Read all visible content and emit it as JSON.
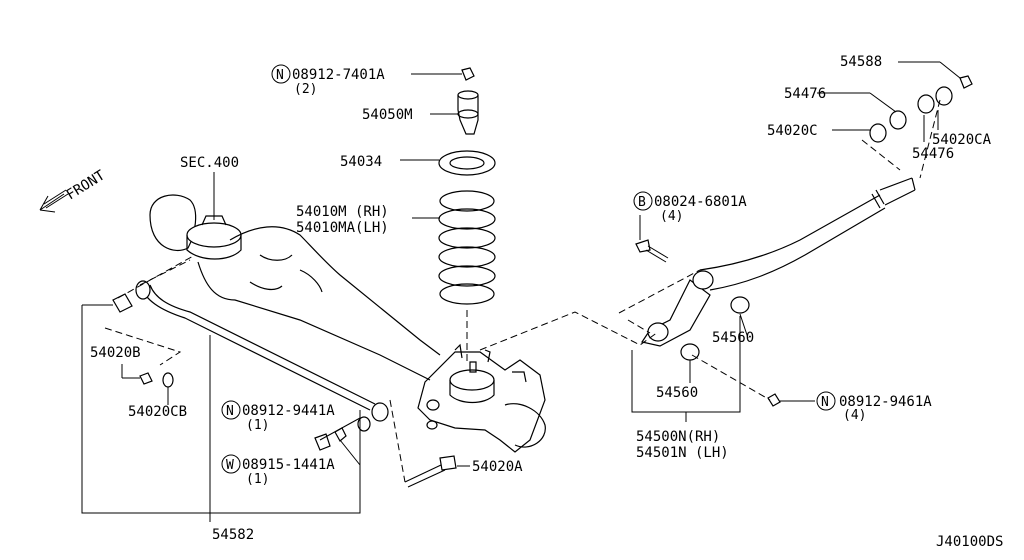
{
  "diagram_code": "J40100DS",
  "front_label": "FRONT",
  "sec_label": "SEC.400",
  "parts": {
    "nut_top": {
      "prefix": "N",
      "code": "08912-7401A",
      "qty": "(2)"
    },
    "bumper": "54050M",
    "seat": "54034",
    "spring_rh": "54010M (RH)",
    "spring_lh": "54010MA(LH)",
    "bushing_b": "54020B",
    "bushing_cb": "54020CB",
    "nut_mid": {
      "prefix": "N",
      "code": "08912-9441A",
      "qty": "(1)"
    },
    "washer_mid": {
      "prefix": "W",
      "code": "08915-1441A",
      "qty": "(1)"
    },
    "stabilizer": "54582",
    "bolt": "54020A",
    "nut_588": "54588",
    "bush_476a": "54476",
    "bush_020c": "54020C",
    "bush_020ca": "54020CA",
    "bush_476b": "54476",
    "bolt_b": {
      "prefix": "B",
      "code": "08024-6801A",
      "qty": "(4)"
    },
    "bush_560a": "54560",
    "bush_560b": "54560",
    "arm_rh": "54500N(RH)",
    "arm_lh": "54501N (LH)",
    "nut_right": {
      "prefix": "N",
      "code": "08912-9461A",
      "qty": "(4)"
    }
  }
}
